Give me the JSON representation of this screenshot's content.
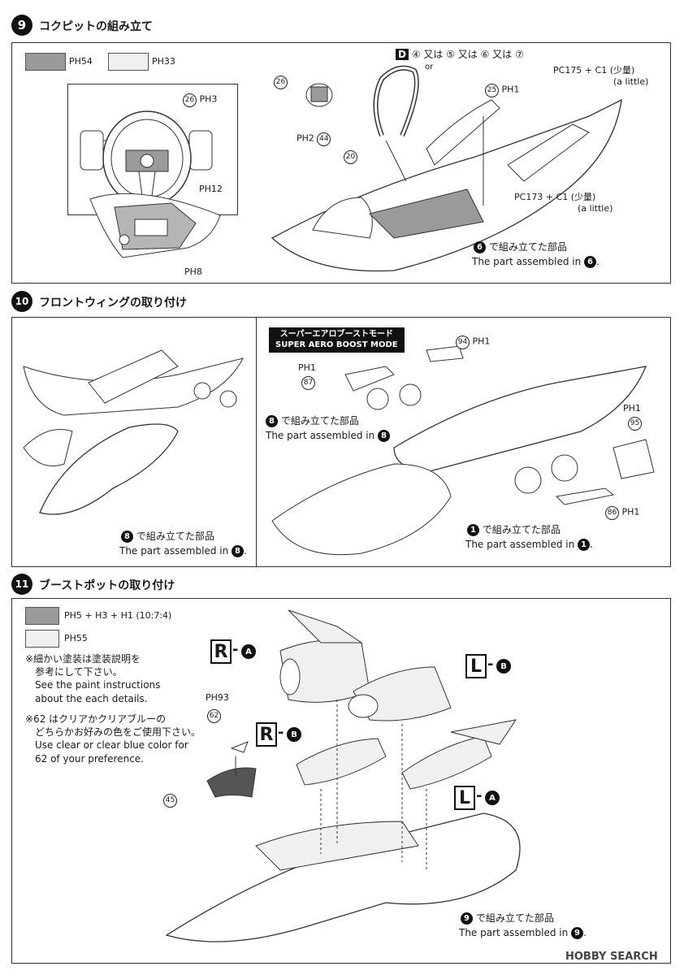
{
  "step9": {
    "number": "9",
    "title": "コクピットの組み立て",
    "swatch_dark": "PH54",
    "swatch_light": "PH33",
    "part26": "26",
    "part26_inset": "26",
    "part26_inset_paint": "PH3",
    "inset_lower_paint_top": "PH12",
    "inset_lower_paint_bottom": "PH8",
    "sprue_d": "D",
    "sprue_opts": "④ 又は ⑤ 又は ⑥ 又は ⑦",
    "sprue_or": "or",
    "part25": "25",
    "part25_paint": "PH1",
    "pc175": "PC175 + C1 (少量)",
    "a_little_1": "(a little)",
    "part44": "44",
    "part44_paint": "PH2",
    "part20": "20",
    "pc173": "PC173 + C1 (少量)",
    "a_little_2": "(a little)",
    "assembled_jp": "で組み立てた部品",
    "assembled_en": "The part assembled in",
    "assembled_ref": "6"
  },
  "step10": {
    "number": "10",
    "title": "フロントウィングの取り付け",
    "mode_jp": "スーパーエアロブーストモード",
    "mode_en": "SUPER AERO BOOST MODE",
    "part94": "94",
    "part94_paint": "PH1",
    "part87": "87",
    "part87_paint": "PH1",
    "part95": "95",
    "part95_paint": "PH1",
    "part86": "86",
    "part86_paint": "PH1",
    "left_assembled_jp": "で組み立てた部品",
    "left_assembled_en": "The part assembled in",
    "left_ref": "8",
    "mid_assembled_jp": "で組み立てた部品",
    "mid_assembled_en": "The part assembled in",
    "mid_ref": "8",
    "right_assembled_jp": "で組み立てた部品",
    "right_assembled_en": "The part assembled in",
    "right_ref": "1"
  },
  "step11": {
    "number": "11",
    "title": "ブーストポットの取り付け",
    "swatch_dark": "PH5 + H3 + H1 (10:7:4)",
    "swatch_light": "PH55",
    "note1_l1": "※細かい塗装は塗装説明を",
    "note1_l2": "参考にして下さい。",
    "note1_l3": "See the paint instructions",
    "note1_l4": "about the each details.",
    "note2_l1": "※62 はクリアかクリアブルーの",
    "note2_l2": "どちらかお好みの色をご使用下さい。",
    "note2_l3": "Use clear or clear blue color for",
    "note2_l4": "62 of your preference.",
    "part93_paint": "PH93",
    "part62": "62",
    "part45": "45",
    "ra_letter": "R",
    "ra_sub": "A",
    "rb_letter": "R",
    "rb_sub": "B",
    "lb_letter": "L",
    "lb_sub": "B",
    "la_letter": "L",
    "la_sub": "A",
    "assembled_jp": "で組み立てた部品",
    "assembled_en": "The part assembled in",
    "assembled_ref": "9"
  },
  "watermark": "HOBBY SEARCH"
}
